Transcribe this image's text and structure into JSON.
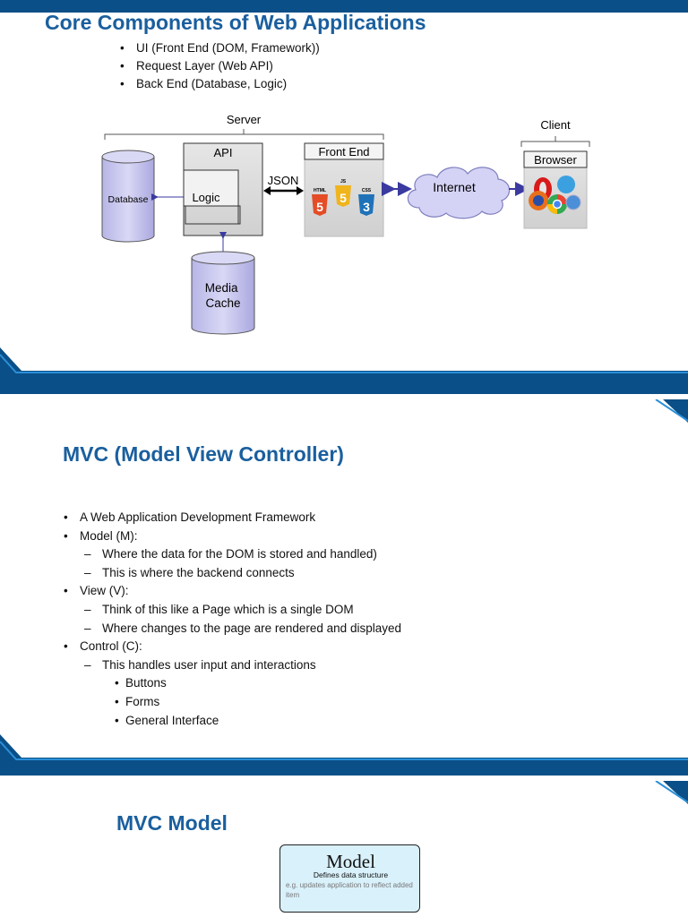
{
  "slide1": {
    "title": "Core Components of Web Applications",
    "bullets": [
      "UI (Front End (DOM, Framework))",
      "Request Layer (Web API)",
      "Back End (Database, Logic)"
    ],
    "diagram": {
      "server_label": "Server",
      "client_label": "Client",
      "database_label": "Database",
      "api_label": "API",
      "logic_label": "Logic",
      "json_label": "JSON",
      "front_end_label": "Front End",
      "internet_label": "Internet",
      "browser_label": "Browser",
      "media_cache_line1": "Media",
      "media_cache_line2": "Cache",
      "html_badge": "HTML",
      "js_badge": "JS",
      "css_badge": "CSS",
      "html_num": "5",
      "js_num": "5",
      "css_num": "3"
    }
  },
  "slide2": {
    "title": "MVC (Model View Controller)",
    "items": [
      {
        "level": 1,
        "text": "A Web Application Development Framework"
      },
      {
        "level": 1,
        "text": "Model (M):"
      },
      {
        "level": 2,
        "text": "Where the data for the DOM is stored and handled)"
      },
      {
        "level": 2,
        "text": "This is where the backend connects"
      },
      {
        "level": 1,
        "text": "View (V):"
      },
      {
        "level": 2,
        "text": "Think of this like a Page which is a single DOM"
      },
      {
        "level": 2,
        "text": "Where changes to the page are rendered and displayed"
      },
      {
        "level": 1,
        "text": "Control (C):"
      },
      {
        "level": 2,
        "text": "This handles user input and interactions"
      },
      {
        "level": 3,
        "text": "Buttons"
      },
      {
        "level": 3,
        "text": "Forms"
      },
      {
        "level": 3,
        "text": "General Interface"
      }
    ]
  },
  "slide3": {
    "title": "MVC Model",
    "model_box": {
      "title": "Model",
      "subtitle": "Defines data structure",
      "example": "e.g. updates application to reflect added item"
    }
  }
}
